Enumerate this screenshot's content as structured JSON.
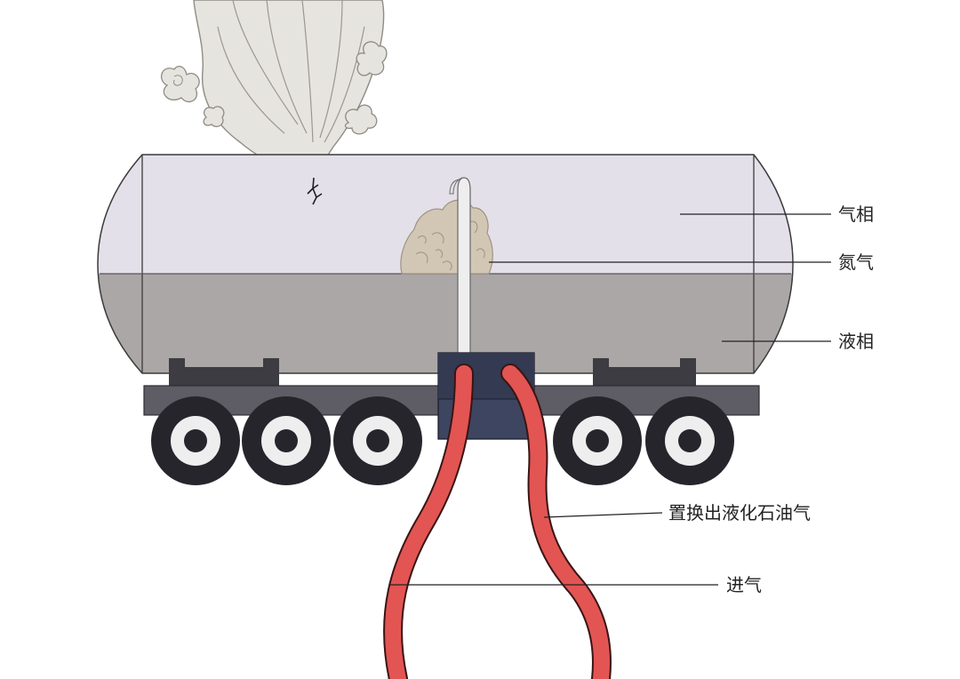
{
  "labels": {
    "gas_phase": "气相",
    "nitrogen": "氮气",
    "liquid_phase": "液相",
    "displaced_lpg": "置换出液化石油气",
    "inlet_gas": "进气"
  },
  "colors": {
    "gas_phase_fill": "#e4e0ea",
    "liquid_phase_fill": "#aba6a6",
    "hose": "#e25553",
    "valve_box": "#3f4660",
    "chassis": "#5d5b63",
    "wheel": "#27252c",
    "nitrogen_cloud": "#cfc4b2",
    "vent_smoke": "#e4e2dd"
  }
}
